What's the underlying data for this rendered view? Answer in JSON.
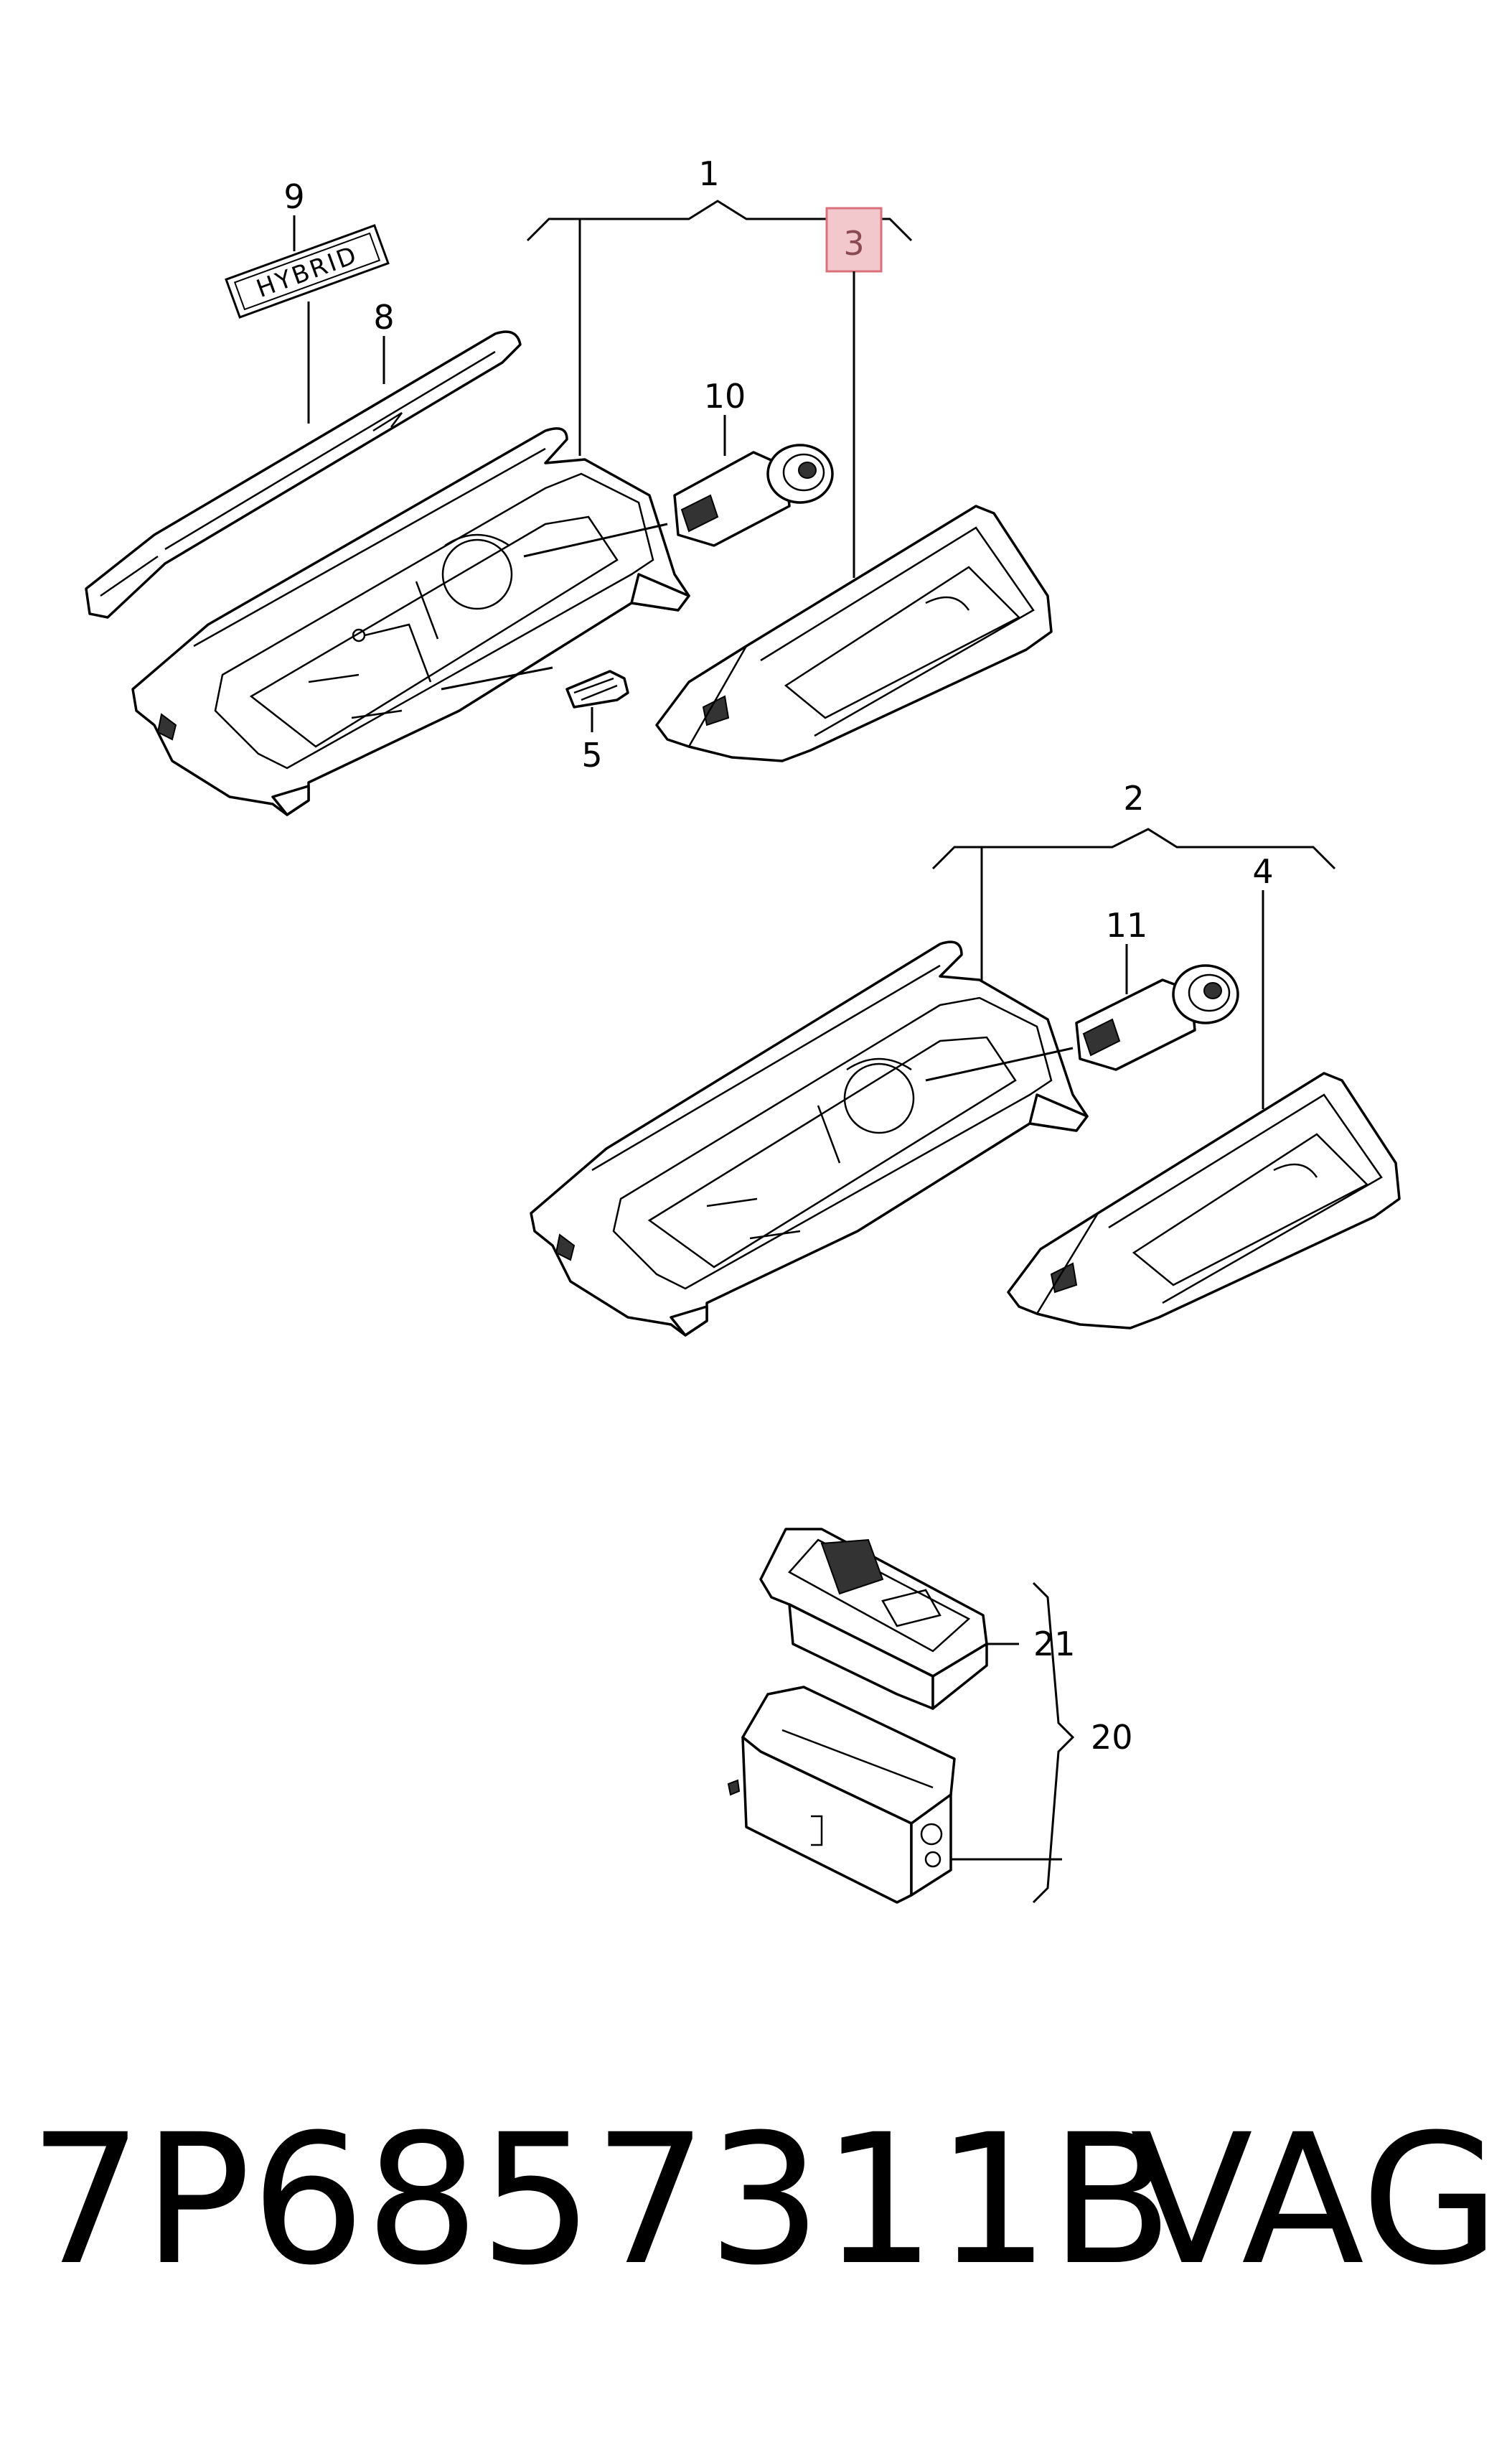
{
  "diagram": {
    "callouts": {
      "c1": "1",
      "c2": "2",
      "c3": "3",
      "c4": "4",
      "c5": "5",
      "c8": "8",
      "c9": "9",
      "c10": "10",
      "c11": "11",
      "c20": "20",
      "c21": "21"
    },
    "badge_text": "HYBRID",
    "highlight_color": "#f2c8cc",
    "highlight_border_color": "#d9707c"
  },
  "footer": {
    "part_number": "7P6857311B",
    "brand": "VAG"
  }
}
